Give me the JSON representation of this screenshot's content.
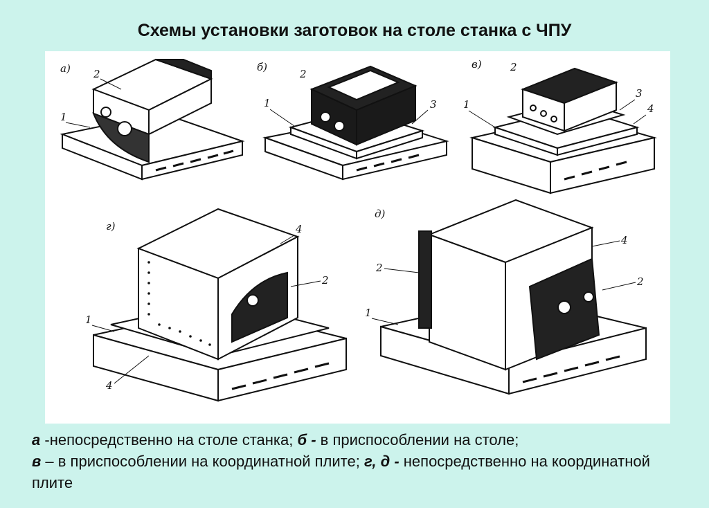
{
  "title": "Схемы установки заготовок на столе станка с ЧПУ",
  "figure": {
    "panels": [
      {
        "letter": "а)",
        "labels": [
          "2",
          "1"
        ]
      },
      {
        "letter": "б)",
        "labels": [
          "2",
          "1",
          "3"
        ]
      },
      {
        "letter": "в)",
        "labels": [
          "2",
          "1",
          "3",
          "4"
        ]
      },
      {
        "letter": "г)",
        "labels": [
          "4",
          "2",
          "1",
          "4"
        ]
      },
      {
        "letter": "д)",
        "labels": [
          "4",
          "2",
          "2",
          "1"
        ]
      }
    ]
  },
  "caption": {
    "a_key": "а",
    "a_text": " -непосредственно на столе станка; ",
    "b_key": "б -",
    "b_text": "  в приспособлении на столе;",
    "v_key": "в",
    "v_text": " – в приспособлении на координатной плите; ",
    "gd_key": "г, д -",
    "gd_text": " непосредственно на координатной плите"
  }
}
